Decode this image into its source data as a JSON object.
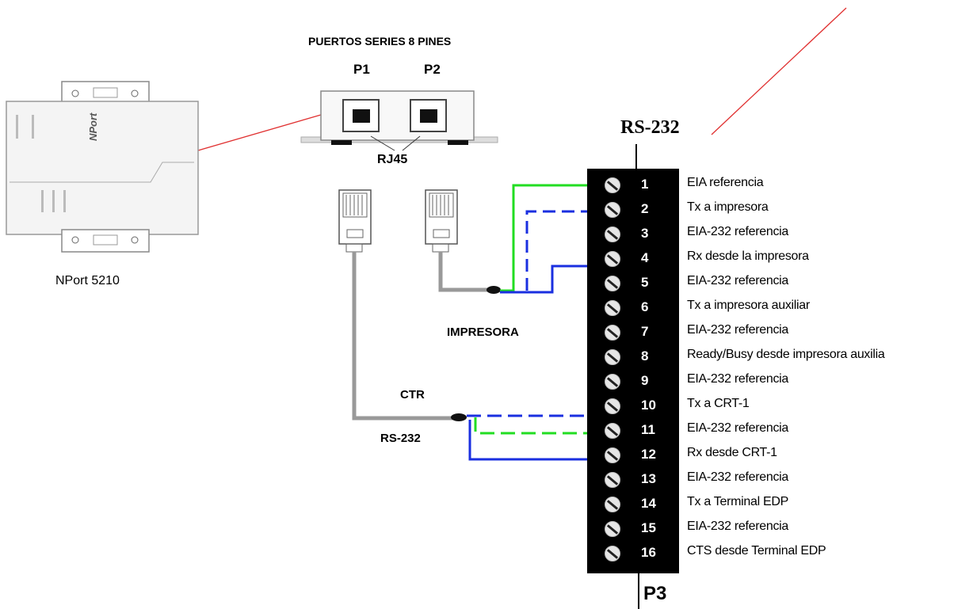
{
  "title": "PUERTOS SERIES 8 PINES",
  "port1": "P1",
  "port2": "P2",
  "rj45": "RJ45",
  "device_label": "NPort 5210",
  "printer_label": "IMPRESORA",
  "ctr_label": "CTR",
  "rs232_cable_label": "RS-232",
  "rs232_header": "RS-232",
  "connector_label": "P3",
  "pins": [
    {
      "num": "1",
      "desc": "EIA referencia"
    },
    {
      "num": "2",
      "desc": "Tx  a impresora"
    },
    {
      "num": "3",
      "desc": "EIA-232 referencia"
    },
    {
      "num": "4",
      "desc": "Rx desde  la impresora"
    },
    {
      "num": "5",
      "desc": "EIA-232 referencia"
    },
    {
      "num": "6",
      "desc": "Tx a  impresora auxiliar"
    },
    {
      "num": "7",
      "desc": "EIA-232 referencia"
    },
    {
      "num": "8",
      "desc": "Ready/Busy desde impresora auxilia"
    },
    {
      "num": "9",
      "desc": "EIA-232 referencia"
    },
    {
      "num": "10",
      "desc": "Tx a CRT-1"
    },
    {
      "num": "11",
      "desc": "EIA-232 referencia"
    },
    {
      "num": "12",
      "desc": "Rx desde CRT-1"
    },
    {
      "num": "13",
      "desc": "EIA-232 referencia"
    },
    {
      "num": "14",
      "desc": "Tx a Terminal EDP"
    },
    {
      "num": "15",
      "desc": "EIA-232 referencia"
    },
    {
      "num": "16",
      "desc": "CTS desde Terminal EDP"
    }
  ],
  "colors": {
    "green": "#22dd22",
    "blue": "#1a2fe0",
    "red": "#e03030",
    "cable_gray": "#999999"
  }
}
